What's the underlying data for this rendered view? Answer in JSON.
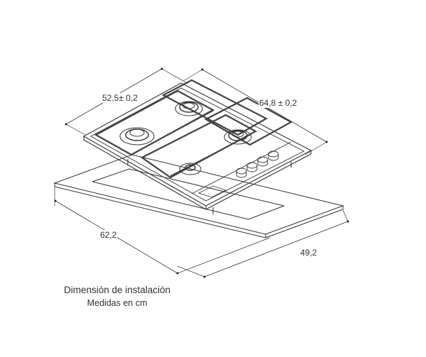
{
  "dimensions": {
    "hob_width": "52,5± 0,2",
    "hob_depth": "64,8 ± 0,2",
    "cutout_width": "62,2",
    "cutout_depth": "49,2"
  },
  "caption": {
    "title": "Dimensión de instalación",
    "subtitle": "Medidas en cm"
  },
  "components": {
    "burners": 4,
    "knobs": 4
  },
  "colors": {
    "line": "#333333",
    "background": "#ffffff"
  }
}
